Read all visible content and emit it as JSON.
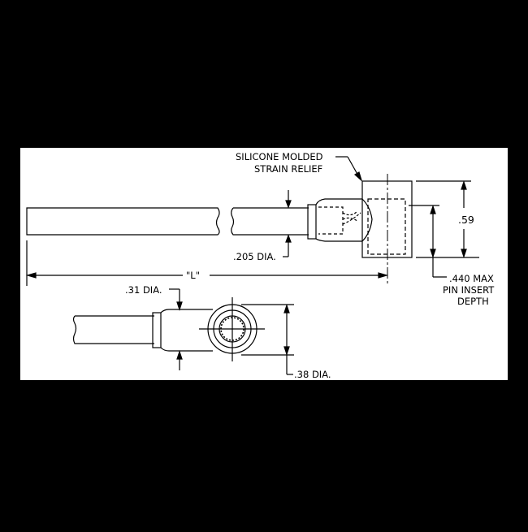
{
  "drawing": {
    "background_color": "#000000",
    "panel_color": "#ffffff",
    "line_color": "#000000"
  },
  "labels": {
    "strain_relief_line1": "SILICONE MOLDED",
    "strain_relief_line2": "STRAIN RELIEF",
    "height_dim": ".59",
    "pin_insert_line1": ".440 MAX",
    "pin_insert_line2": "PIN INSERT",
    "pin_insert_line3": "DEPTH",
    "cable_dia": ".205 DIA.",
    "length": "\"L\"",
    "boot_dia": ".31 DIA.",
    "head_dia": ".38 DIA."
  }
}
